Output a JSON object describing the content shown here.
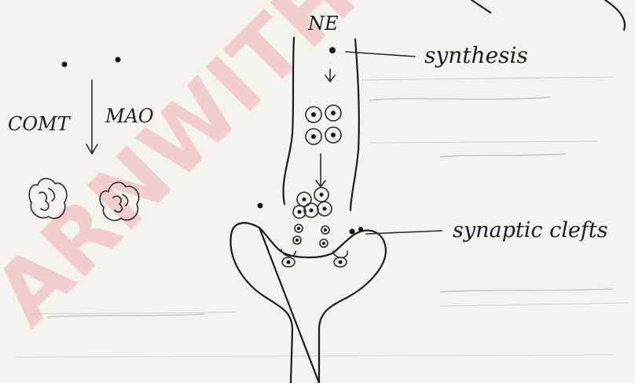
{
  "labels": {
    "ne": "NE",
    "synthesis": "synthesis",
    "comt": "COMT",
    "mao": "MAO",
    "synaptic_cleft": "synaptic clefts"
  },
  "watermark": {
    "text": "ARNWITH"
  },
  "colors": {
    "paper": "#f4f3ee",
    "ink": "#1c1b22",
    "watermark": "#e8505b"
  }
}
